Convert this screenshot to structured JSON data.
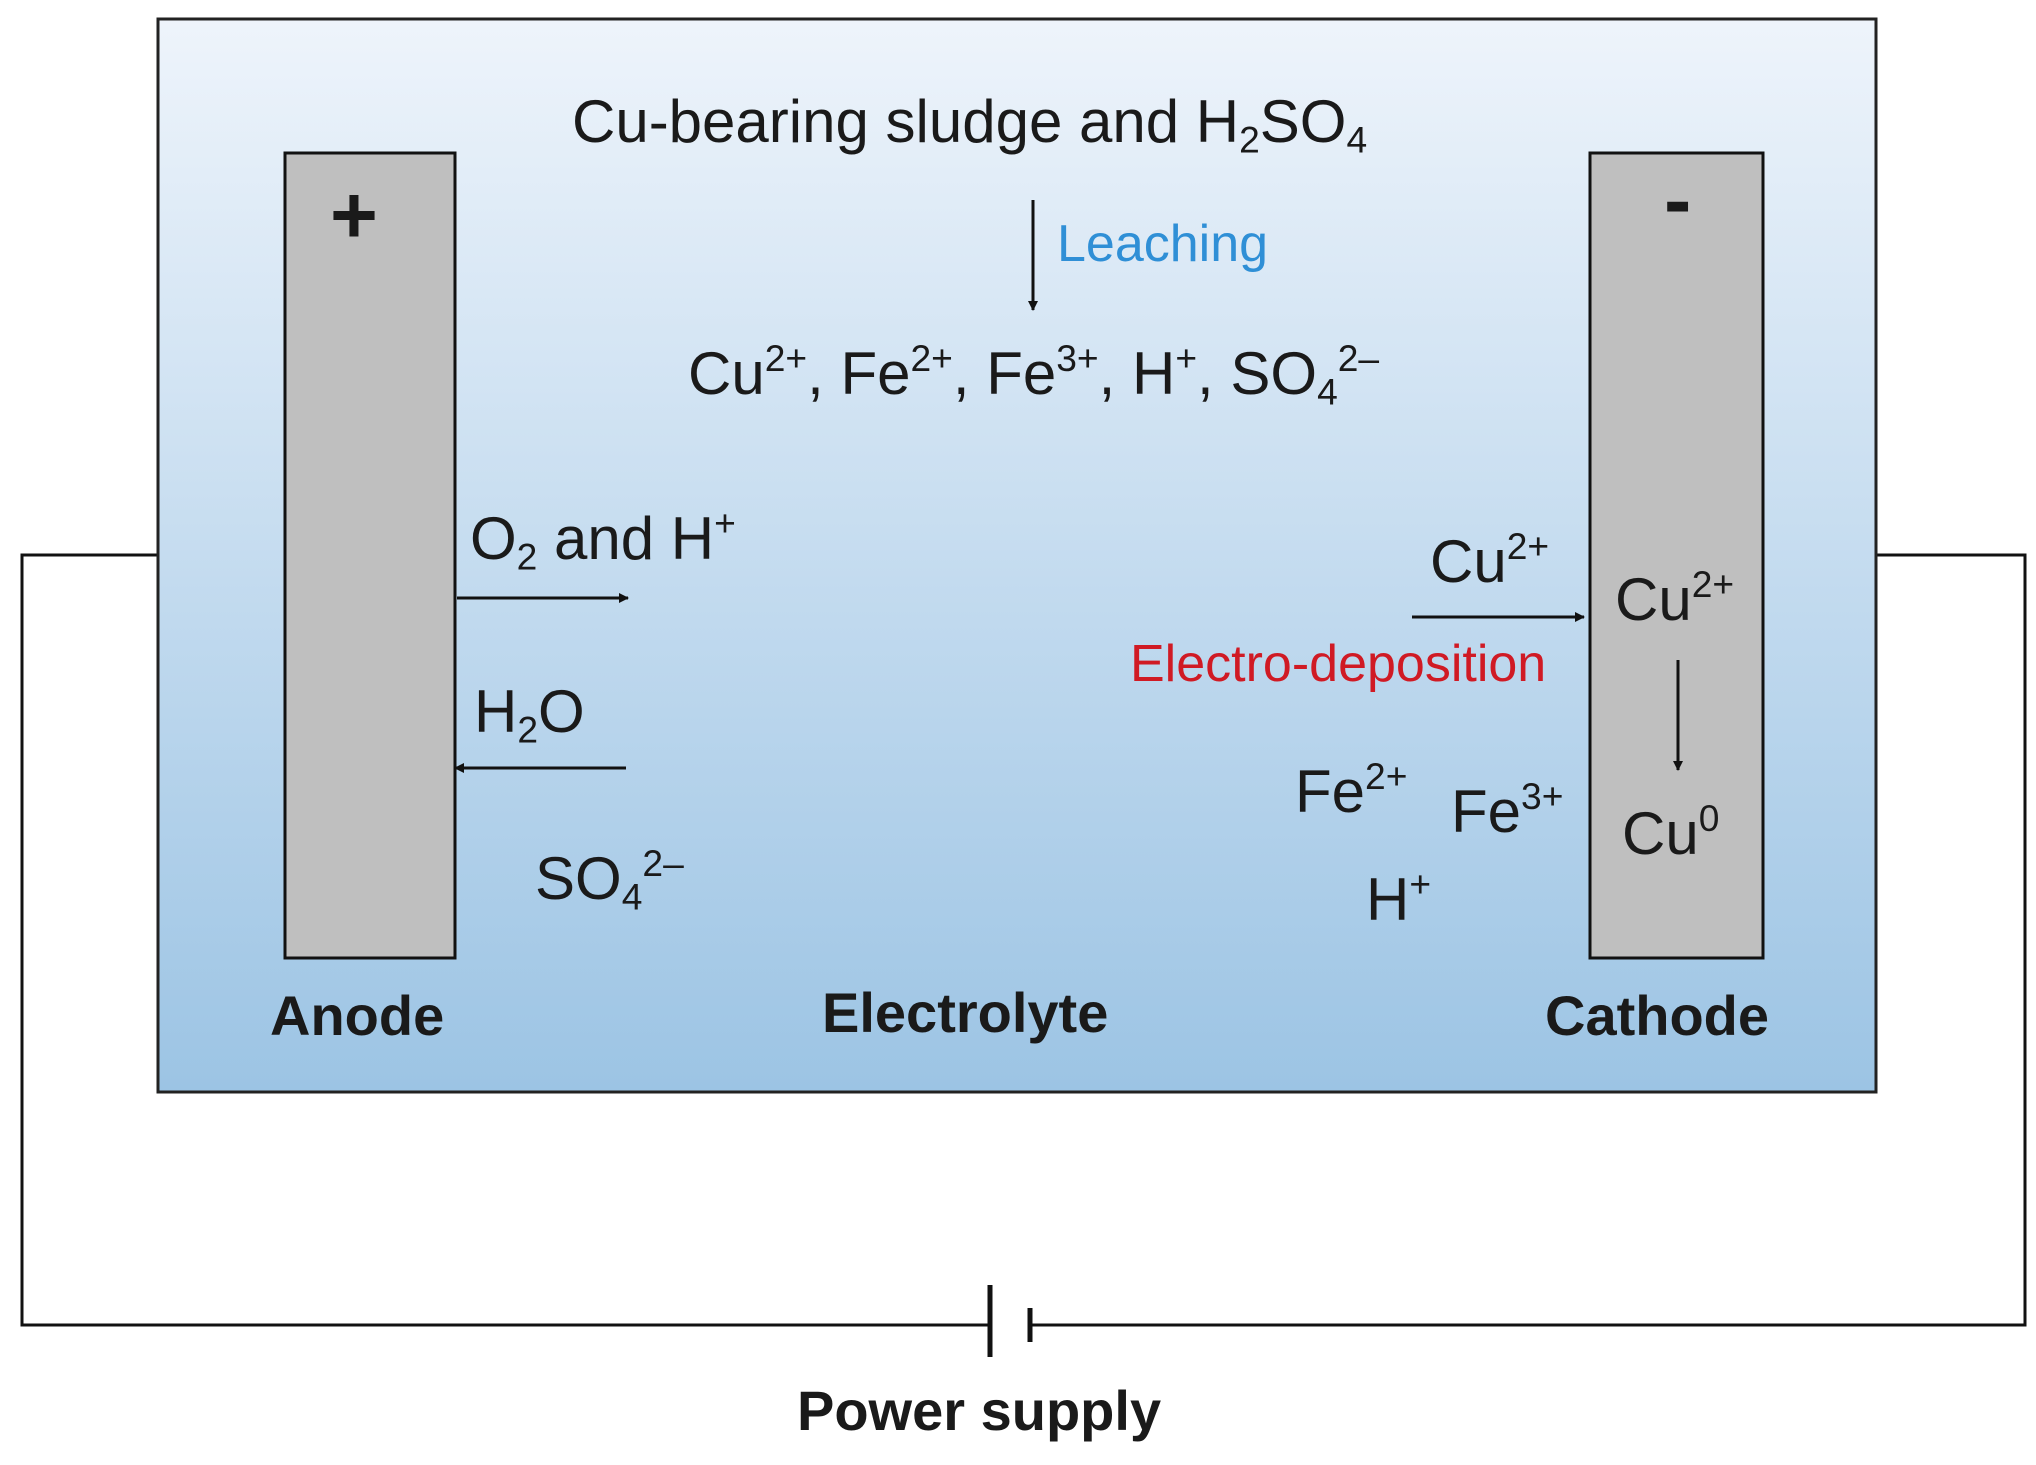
{
  "colors": {
    "leaching": "#2f8fd6",
    "deposition": "#d01a24",
    "electrode": "#bfbfbf",
    "tank_top": "#eef4fb",
    "tank_bottom": "#9cc4e4"
  },
  "feed": {
    "prefix": "Cu-bearing  sludge and H",
    "sub2": "2",
    "tail": "SO",
    "sub4": "4"
  },
  "leaching": "Leaching",
  "ions_top": {
    "cu": "Cu",
    "cu_charge": "2+",
    "sep1": ", Fe",
    "fe2_charge": "2+",
    "sep2": ", Fe",
    "fe3_charge": "3+",
    "sep3": ", H",
    "h_charge": "+",
    "sep4": ", SO",
    "so4_sub": "4",
    "so4_charge": "2–"
  },
  "anode": {
    "sign": "+",
    "label": "Anode",
    "o2": {
      "o": "O",
      "sub": "2",
      "rest": " and H",
      "charge": "+"
    },
    "h2o": {
      "h": "H",
      "sub": "2",
      "o": "O"
    },
    "so4": {
      "so": "SO",
      "sub": "4",
      "charge": "2–"
    }
  },
  "electrolyte_label": "Electrolyte",
  "cathode": {
    "sign": "-",
    "label": "Cathode",
    "cu_in": {
      "base": "Cu",
      "charge": "2+"
    },
    "deposition": "Electro-deposition",
    "cu_on": {
      "base": "Cu",
      "charge": "2+"
    },
    "cu0": {
      "base": "Cu",
      "charge": "0"
    },
    "fe2": {
      "base": "Fe",
      "charge": "2+"
    },
    "fe3": {
      "base": "Fe",
      "charge": "3+"
    },
    "h": {
      "base": "H",
      "charge": "+"
    }
  },
  "power_supply": "Power supply"
}
